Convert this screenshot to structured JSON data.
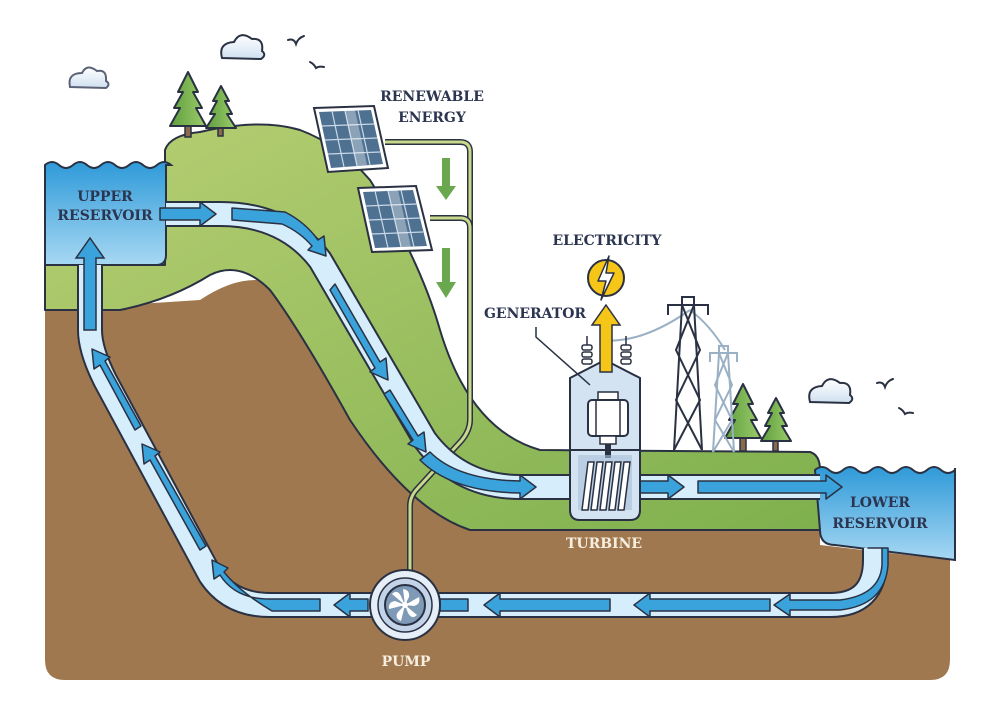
{
  "diagram": {
    "title": "Pumped-storage hydroelectricity",
    "labels": {
      "upper_reservoir": [
        "UPPER",
        "RESERVOIR"
      ],
      "lower_reservoir": [
        "LOWER",
        "RESERVOIR"
      ],
      "renewable_energy": [
        "RENEWABLE",
        "ENERGY"
      ],
      "electricity": "ELECTRICITY",
      "generator": "GENERATOR",
      "turbine": "TURBINE",
      "pump": "PUMP"
    },
    "colors": {
      "water": "#3aa3dc",
      "water_light": "#d6eefb",
      "grass": "#a9c86a",
      "grass_dark": "#6fa64a",
      "soil": "#a07850",
      "outline": "#2a3142",
      "energy_arrow": "#6aa84f",
      "electric": "#f5c518"
    },
    "flow": {
      "downhill": "upper reservoir → turbine → lower reservoir",
      "uphill": "lower reservoir → pump → upper reservoir"
    }
  }
}
